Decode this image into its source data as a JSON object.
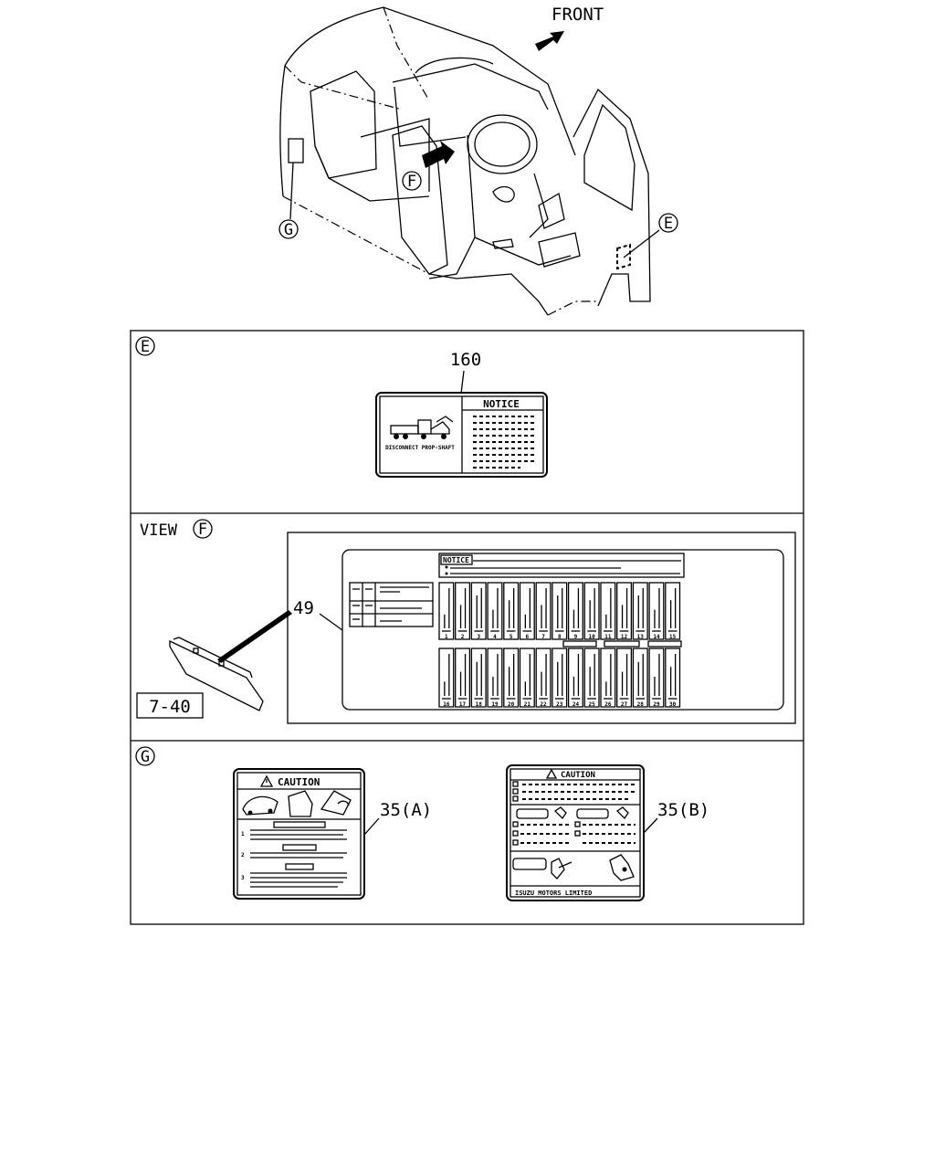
{
  "overview": {
    "front_label": "FRONT",
    "callouts": {
      "e": "E",
      "f": "F",
      "g": "G"
    }
  },
  "section_e": {
    "marker": "E",
    "part_number": "160",
    "label": {
      "header": "NOTICE",
      "caption": "DISCONNECT PROP-SHAFT"
    }
  },
  "section_f": {
    "view_label": "VIEW",
    "marker": "F",
    "part_number": "49",
    "reference": "7-40",
    "label": {
      "header": "NOTICE",
      "fuse_numbers_top": [
        "1",
        "2",
        "3",
        "4",
        "5",
        "6",
        "7",
        "8",
        "9",
        "10",
        "11",
        "12",
        "13",
        "14",
        "15"
      ],
      "fuse_numbers_bottom": [
        "16",
        "17",
        "18",
        "19",
        "20",
        "21",
        "22",
        "23",
        "24",
        "25",
        "26",
        "27",
        "28",
        "29",
        "30"
      ]
    }
  },
  "section_g": {
    "marker": "G",
    "label_a": {
      "part_number": "35(A)",
      "header": "CAUTION",
      "step_numbers": [
        "1",
        "2",
        "3"
      ]
    },
    "label_b": {
      "part_number": "35(B)",
      "header": "CAUTION",
      "maker": "ISUZU MOTORS LIMITED"
    }
  }
}
